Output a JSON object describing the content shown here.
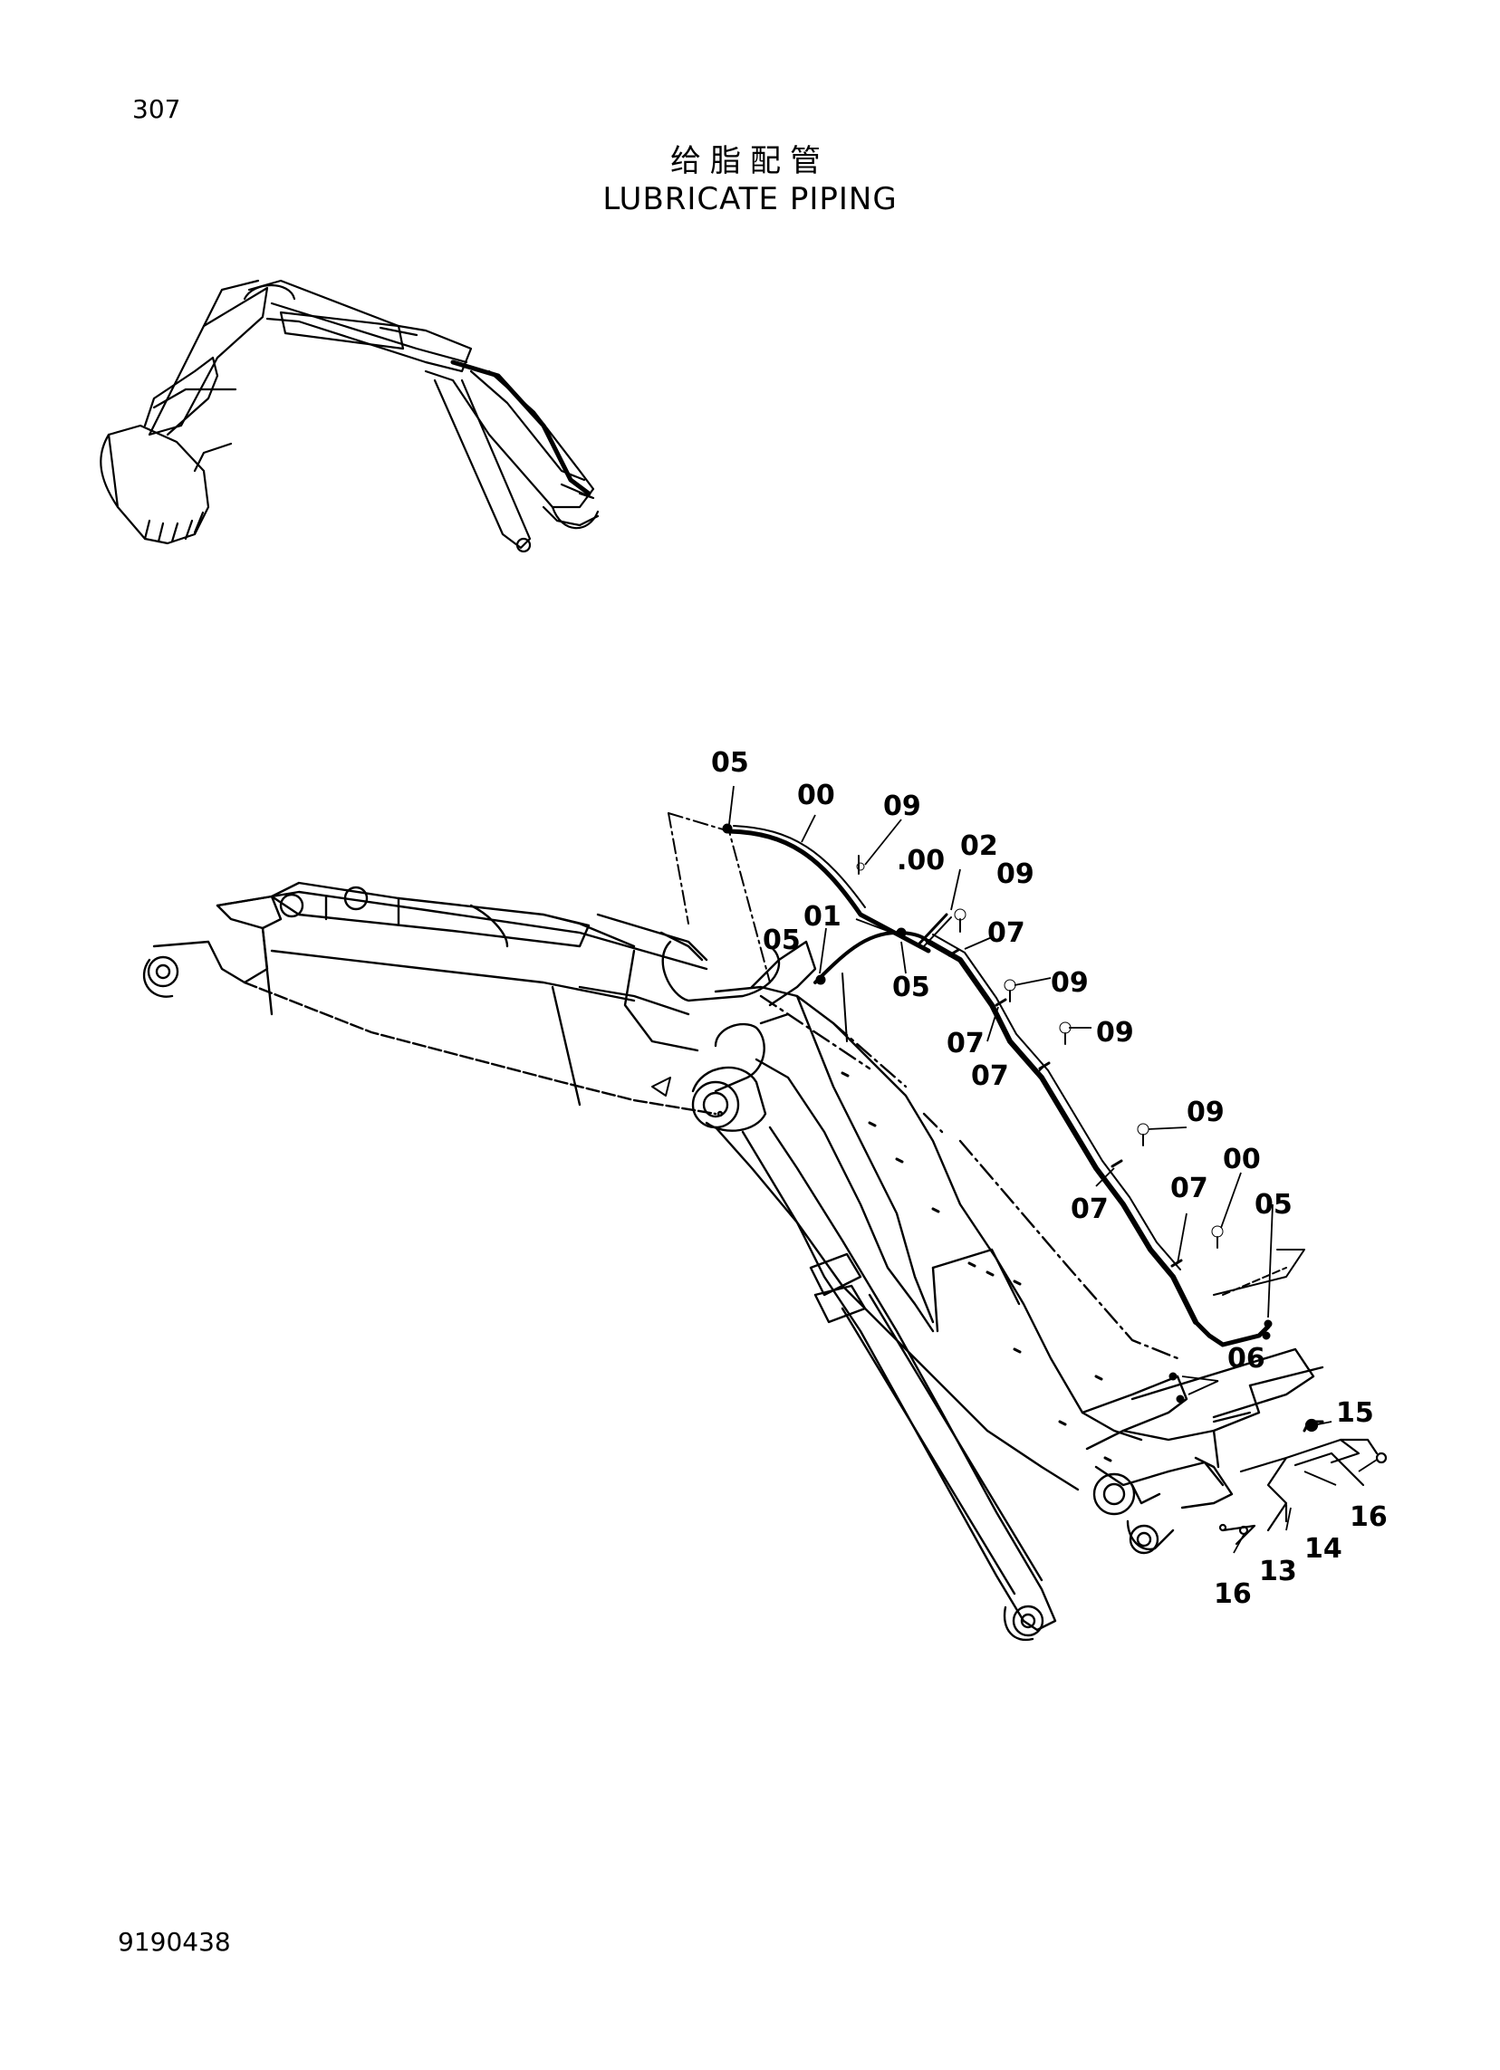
{
  "page": {
    "number": "307",
    "title_cn": "给脂配管",
    "title_en": "LUBRICATE PIPING",
    "doc_number": "9190438"
  },
  "callouts": {
    "c05_a": "05",
    "c00_a": "00",
    "c09_a": "09",
    "c00_b": ".00",
    "c02": "02",
    "c09_b": "09",
    "c05_b": "05",
    "c01": "01",
    "c07_a": "07",
    "c05_c": "05",
    "c09_c": "09",
    "c07_b": "07",
    "c09_d": "09",
    "c07_c": "07",
    "c09_e": "09",
    "c00_c": "00",
    "c07_d": "07",
    "c07_e": "07",
    "c05_d": "05",
    "c06": "06",
    "c15": "15",
    "c16_a": "16",
    "c14": "14",
    "c13": "13",
    "c16_b": "16"
  }
}
